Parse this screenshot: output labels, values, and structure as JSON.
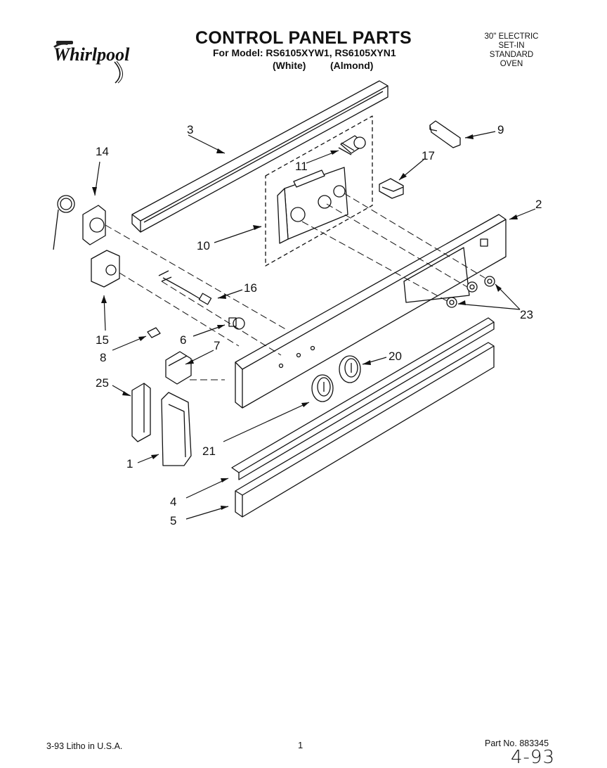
{
  "brand": {
    "name": "Whirlpool"
  },
  "header": {
    "title": "CONTROL PANEL PARTS",
    "model_line": "For Model: RS6105XYW1, RS6105XYN1",
    "finish_white": "(White)",
    "finish_almond": "(Almond)"
  },
  "product": {
    "lines": [
      "30\" ELECTRIC",
      "SET-IN",
      "STANDARD",
      "OVEN"
    ]
  },
  "callouts": [
    "3",
    "14",
    "11",
    "10",
    "16",
    "15",
    "6",
    "8",
    "7",
    "25",
    "1",
    "4",
    "5",
    "21",
    "20",
    "17",
    "9",
    "2",
    "23"
  ],
  "footer": {
    "litho": "3-93 Litho in U.S.A.",
    "page": "1",
    "part_no": "Part No. 883345",
    "handwritten_date": "4-93"
  }
}
